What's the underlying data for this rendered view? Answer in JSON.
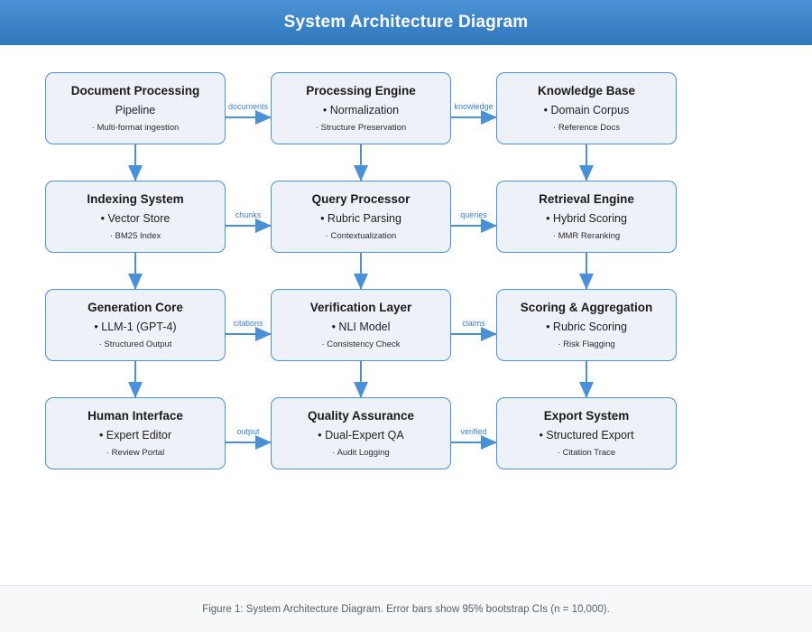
{
  "header": {
    "title": "System Architecture Diagram",
    "background_start": "#4d93d9",
    "background_end": "#3178ba",
    "text_color": "#ffffff"
  },
  "theme": {
    "node_fill": "#eef2f8",
    "node_border": "#4a90d9",
    "edge_color": "#4a90d9",
    "edge_label_color": "#3c7fd0",
    "canvas_background": "#ffffff",
    "footer_background": "#f6f8fa"
  },
  "diagram": {
    "columns": 3,
    "rows": 4,
    "nodes": [
      {
        "id": "document-processing",
        "title": "Document Processing",
        "sub": "Pipeline",
        "detail": "· Multi-format ingestion",
        "col": 0,
        "row": 0
      },
      {
        "id": "processing-engine",
        "title": "Processing Engine",
        "sub": "• Normalization",
        "detail": "· Structure Preservation",
        "col": 1,
        "row": 0
      },
      {
        "id": "knowledge-base",
        "title": "Knowledge Base",
        "sub": "• Domain Corpus",
        "detail": "· Reference Docs",
        "col": 2,
        "row": 0
      },
      {
        "id": "indexing-system",
        "title": "Indexing System",
        "sub": "• Vector Store",
        "detail": "· BM25 Index",
        "col": 0,
        "row": 1
      },
      {
        "id": "query-processor",
        "title": "Query Processor",
        "sub": "• Rubric Parsing",
        "detail": "· Contextualization",
        "col": 1,
        "row": 1
      },
      {
        "id": "retrieval-engine",
        "title": "Retrieval Engine",
        "sub": "• Hybrid Scoring",
        "detail": "· MMR Reranking",
        "col": 2,
        "row": 1
      },
      {
        "id": "generation-core",
        "title": "Generation Core",
        "sub": "• LLM-1 (GPT-4)",
        "detail": "· Structured Output",
        "col": 0,
        "row": 2
      },
      {
        "id": "verification-layer",
        "title": "Verification Layer",
        "sub": "• NLI Model",
        "detail": "· Consistency Check",
        "col": 1,
        "row": 2
      },
      {
        "id": "scoring-aggregation",
        "title": "Scoring & Aggregation",
        "sub": "• Rubric Scoring",
        "detail": "· Risk Flagging",
        "col": 2,
        "row": 2
      },
      {
        "id": "human-interface",
        "title": "Human Interface",
        "sub": "• Expert Editor",
        "detail": "· Review Portal",
        "col": 0,
        "row": 3
      },
      {
        "id": "quality-assurance",
        "title": "Quality Assurance",
        "sub": "• Dual-Expert QA",
        "detail": "· Audit Logging",
        "col": 1,
        "row": 3
      },
      {
        "id": "export-system",
        "title": "Export System",
        "sub": "• Structured Export",
        "detail": "· Citation Trace",
        "col": 2,
        "row": 3
      }
    ],
    "horizontal_edges": [
      {
        "from": "document-processing",
        "to": "processing-engine",
        "label": "documents",
        "row": 0,
        "gap": 0
      },
      {
        "from": "processing-engine",
        "to": "knowledge-base",
        "label": "knowledge",
        "row": 0,
        "gap": 1
      },
      {
        "from": "indexing-system",
        "to": "query-processor",
        "label": "chunks",
        "row": 1,
        "gap": 0
      },
      {
        "from": "query-processor",
        "to": "retrieval-engine",
        "label": "queries",
        "row": 1,
        "gap": 1
      },
      {
        "from": "generation-core",
        "to": "verification-layer",
        "label": "citations",
        "row": 2,
        "gap": 0
      },
      {
        "from": "verification-layer",
        "to": "scoring-aggregation",
        "label": "claims",
        "row": 2,
        "gap": 1
      },
      {
        "from": "human-interface",
        "to": "quality-assurance",
        "label": "output",
        "row": 3,
        "gap": 0
      },
      {
        "from": "quality-assurance",
        "to": "export-system",
        "label": "verified",
        "row": 3,
        "gap": 1
      }
    ],
    "vertical_edges": [
      {
        "from": "document-processing",
        "to": "indexing-system",
        "label": "",
        "col": 0,
        "gap": 0
      },
      {
        "from": "processing-engine",
        "to": "query-processor",
        "label": "",
        "col": 1,
        "gap": 0
      },
      {
        "from": "knowledge-base",
        "to": "retrieval-engine",
        "label": "",
        "col": 2,
        "gap": 0
      },
      {
        "from": "indexing-system",
        "to": "generation-core",
        "label": "",
        "col": 0,
        "gap": 1
      },
      {
        "from": "query-processor",
        "to": "verification-layer",
        "label": "",
        "col": 1,
        "gap": 1
      },
      {
        "from": "retrieval-engine",
        "to": "scoring-aggregation",
        "label": "",
        "col": 2,
        "gap": 1
      },
      {
        "from": "generation-core",
        "to": "human-interface",
        "label": "",
        "col": 0,
        "gap": 2
      },
      {
        "from": "verification-layer",
        "to": "quality-assurance",
        "label": "",
        "col": 1,
        "gap": 2
      },
      {
        "from": "scoring-aggregation",
        "to": "export-system",
        "label": "",
        "col": 2,
        "gap": 2
      }
    ]
  },
  "footer": {
    "caption": "Figure 1: System Architecture Diagram. Error bars show 95% bootstrap CIs (n = 10,000)."
  }
}
